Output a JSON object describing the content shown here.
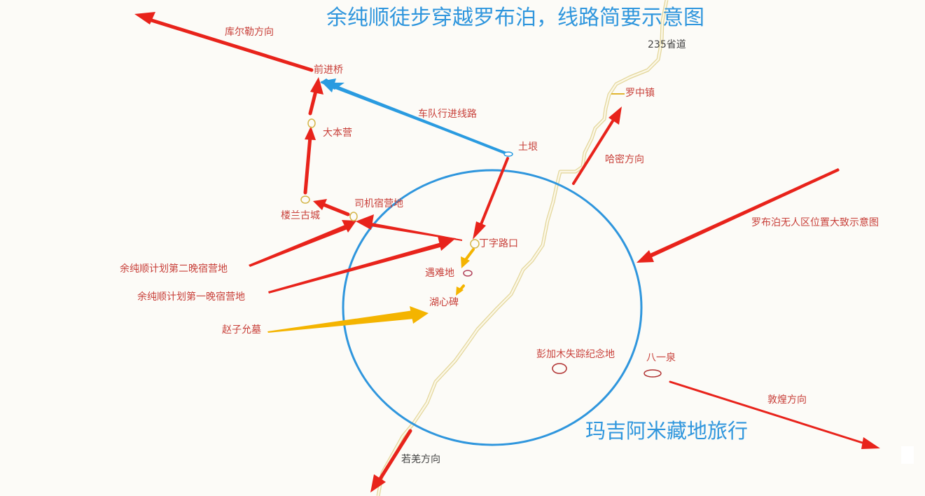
{
  "title": "余纯顺徒步穿越罗布泊，线路简要示意图",
  "watermark": "玛吉阿米藏地旅行",
  "colors": {
    "background": "#fcfbf7",
    "title_blue": "#2f96dd",
    "arrow_red": "#e8231b",
    "arrow_blue": "#2a9be0",
    "arrow_yellow": "#f4b400",
    "circle_blue": "#2f96dd",
    "road_yellow": "#efe6b4",
    "label_red": "#c8403a",
    "label_dark": "#444444"
  },
  "region": {
    "name": "罗布泊无人区位置大致示意图",
    "shape": "circle"
  },
  "road": {
    "name": "235省道"
  },
  "places": {
    "qianjinqiao": "前进桥",
    "dabenying": "大本营",
    "loulan": "楼兰古城",
    "siji_camp": "司机宿营地",
    "tuken": "土垠",
    "dingzi_lukou": "丁字路口",
    "yunan_di": "遇难地",
    "huxin_bei": "湖心碑",
    "pengjiamu": "彭加木失踪纪念地",
    "bayi_quan": "八一泉",
    "luozhong_zhen": "罗中镇"
  },
  "directions": {
    "korla": "库尔勒方向",
    "hami": "哈密方向",
    "dunhuang": "敦煌方向",
    "ruoqiang": "若羌方向"
  },
  "annotations": {
    "convoy_route": "车队行进线路",
    "second_night_camp": "余纯顺计划第二晚宿营地",
    "first_night_camp": "余纯顺计划第一晚宿营地",
    "zhao_ziyun_tomb": "赵子允墓",
    "lop_nur_area": "罗布泊无人区位置大致示意图"
  }
}
